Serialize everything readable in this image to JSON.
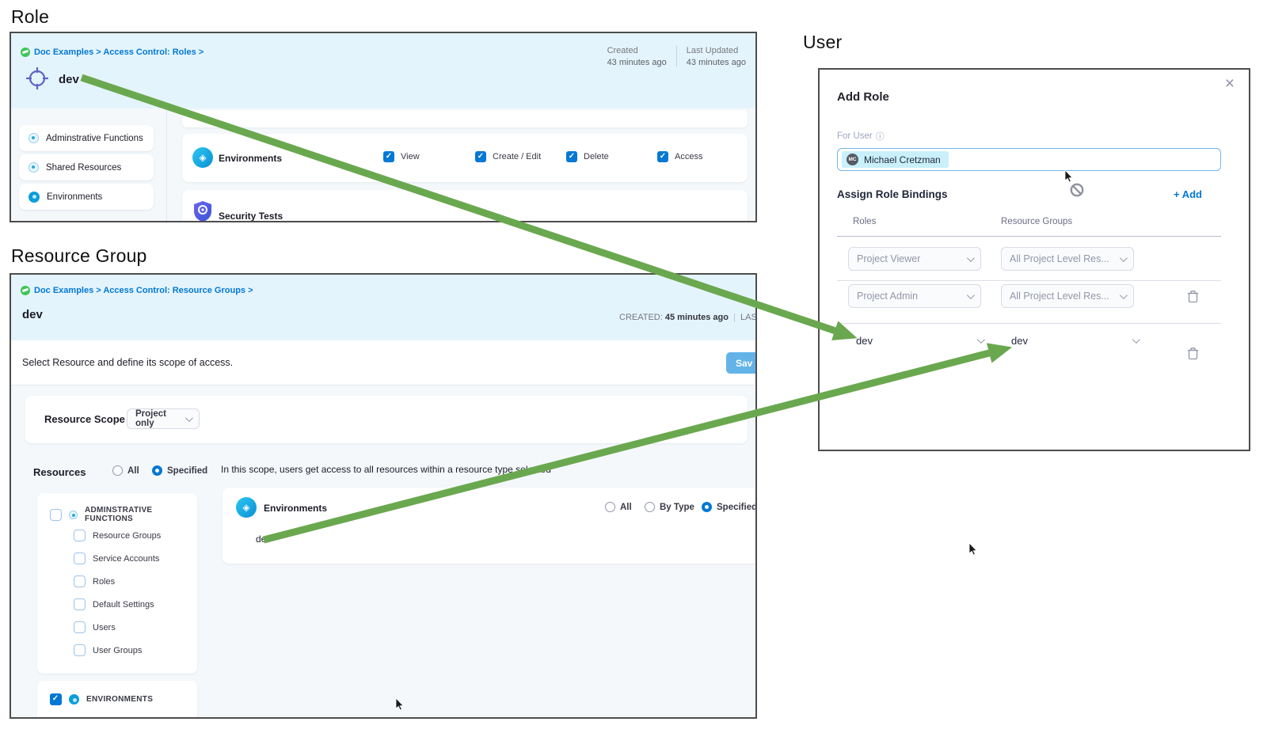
{
  "colors": {
    "accent_blue": "#0278d5",
    "arrow_green": "#6aa84f",
    "header_blue_bg": "#e4f4fc",
    "logo_green": "#3dc657",
    "crosshair_indigo": "#5f63c8",
    "shield_purple": "#5b5ce0",
    "env_icon_blue": "#0a9ddb"
  },
  "role": {
    "heading": "Role",
    "breadcrumb": "Doc Examples > Access Control: Roles >",
    "title": "dev",
    "created_label": "Created",
    "created_value": "43 minutes ago",
    "updated_label": "Last Updated",
    "updated_value": "43 minutes ago",
    "sidebar": [
      "Adminstrative Functions",
      "Shared Resources",
      "Environments"
    ],
    "env_row_label": "Environments",
    "permissions": [
      "View",
      "Create / Edit",
      "Delete",
      "Access"
    ],
    "security_row_label": "Security Tests"
  },
  "rg": {
    "heading": "Resource Group",
    "breadcrumb": "Doc Examples > Access Control: Resource Groups >",
    "title": "dev",
    "created_label": "CREATED:",
    "created_value": "45 minutes ago",
    "updated_label": "LAST UPD",
    "description": "Select Resource and define its scope of access.",
    "save_label": "Sav",
    "scope_label": "Resource Scope",
    "scope_value": "Project only",
    "resources_label": "Resources",
    "radio_all": "All",
    "radio_specified": "Specified",
    "tree_parent": "ADMINSTRATIVE FUNCTIONS",
    "tree_children": [
      "Resource Groups",
      "Service Accounts",
      "Roles",
      "Default Settings",
      "Users",
      "User Groups"
    ],
    "tree_env": "ENVIRONMENTS",
    "note": "In this scope, users get access to all resources within a resource type selected",
    "env_label": "Environments",
    "env_options": [
      "All",
      "By Type",
      "Specified"
    ],
    "env_value": "dev"
  },
  "user": {
    "heading": "User",
    "dialog_title": "Add Role",
    "for_user_label": "For User",
    "chip_name": "Michael Cretzman",
    "chip_initials": "MC",
    "assign_label": "Assign Role Bindings",
    "add_label": "+ Add",
    "col_roles": "Roles",
    "col_groups": "Resource Groups",
    "bindings": [
      {
        "role": "Project Viewer",
        "group": "All Project Level Res..."
      },
      {
        "role": "Project Admin",
        "group": "All Project Level Res..."
      },
      {
        "role": "dev",
        "group": "dev"
      }
    ]
  }
}
